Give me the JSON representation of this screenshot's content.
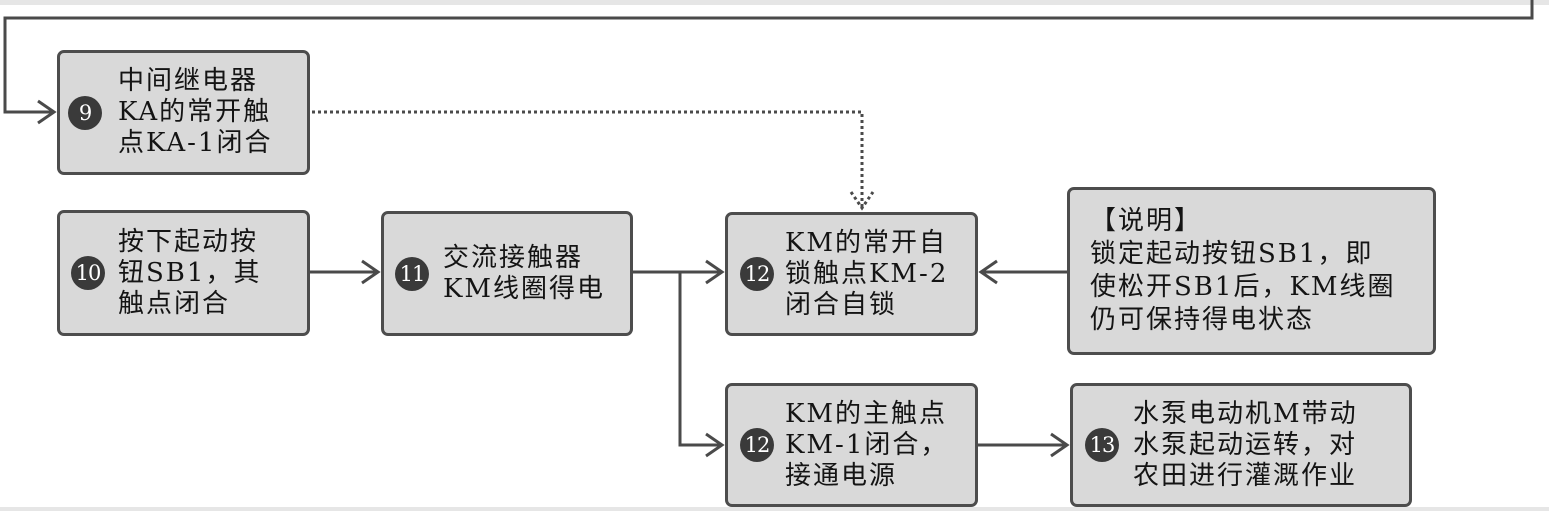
{
  "nodes": {
    "n9": {
      "number": "9",
      "lines": [
        "中间继电器",
        "KA的常开触",
        "点KA-1闭合"
      ]
    },
    "n10": {
      "number": "10",
      "lines": [
        "按下起动按",
        "钮SB1，其",
        "触点闭合"
      ]
    },
    "n11": {
      "number": "11",
      "lines": [
        "交流接触器",
        "KM线圈得电"
      ]
    },
    "n12a": {
      "number": "12",
      "lines": [
        "KM的常开自",
        "锁触点KM-2",
        "闭合自锁"
      ]
    },
    "n12b": {
      "number": "12",
      "lines": [
        "KM的主触点",
        "KM-1闭合，",
        "接通电源"
      ]
    },
    "n13": {
      "number": "13",
      "lines": [
        "水泵电动机M带动",
        "水泵起动运转，对",
        "农田进行灌溉作业"
      ]
    }
  },
  "note": {
    "lines": [
      "【说明】",
      "锁定起动按钮SB1，即",
      "使松开SB1后，KM线圈",
      "仍可保持得电状态"
    ]
  },
  "colors": {
    "box_fill": "#d9d9d9",
    "box_border": "#4d4d4d",
    "badge_fill": "#3a3a3a",
    "connector": "#4a4a4a"
  }
}
